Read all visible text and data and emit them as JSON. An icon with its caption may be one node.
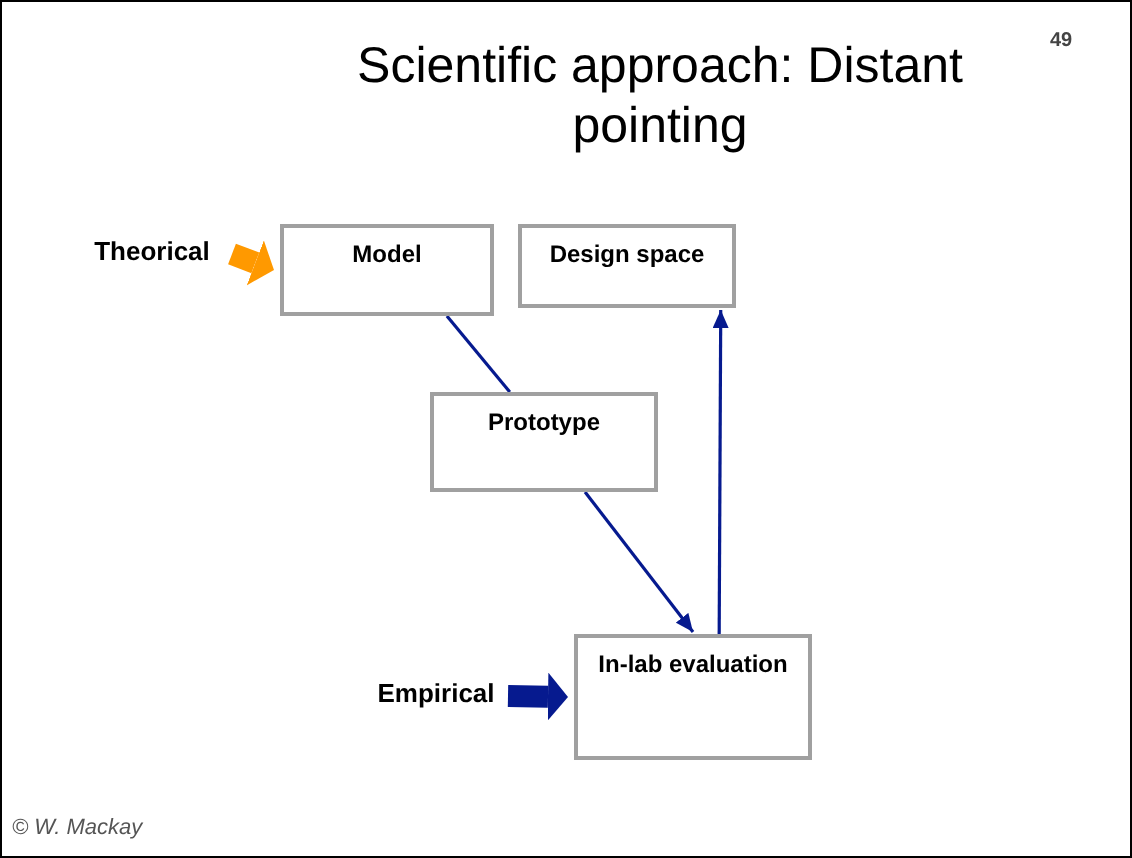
{
  "diagram": {
    "title": "Scientific approach: Distant pointing",
    "nodes": [
      {
        "text": [
          "Theorical"
        ]
      },
      {
        "text": [
          "Model"
        ]
      },
      {
        "text": [
          "Design space"
        ]
      },
      {
        "text": [
          "Prototype"
        ]
      },
      {
        "text": [
          "Empirical"
        ]
      },
      {
        "text": [
          "In-lab evaluation"
        ]
      }
    ],
    "edges": [
      {
        "from": 0,
        "to": 1,
        "arrow": "to",
        "style": "thick",
        "color": "#ff9900"
      },
      {
        "from": 1,
        "to": 3,
        "arrow": "none"
      },
      {
        "from": 3,
        "to": 5,
        "arrow": "to"
      },
      {
        "from": 5,
        "to": 2,
        "arrow": "to"
      },
      {
        "from": 4,
        "to": 5,
        "arrow": "to",
        "style": "thick"
      }
    ],
    "labels": [
      "49",
      "© W. Mackay"
    ]
  }
}
